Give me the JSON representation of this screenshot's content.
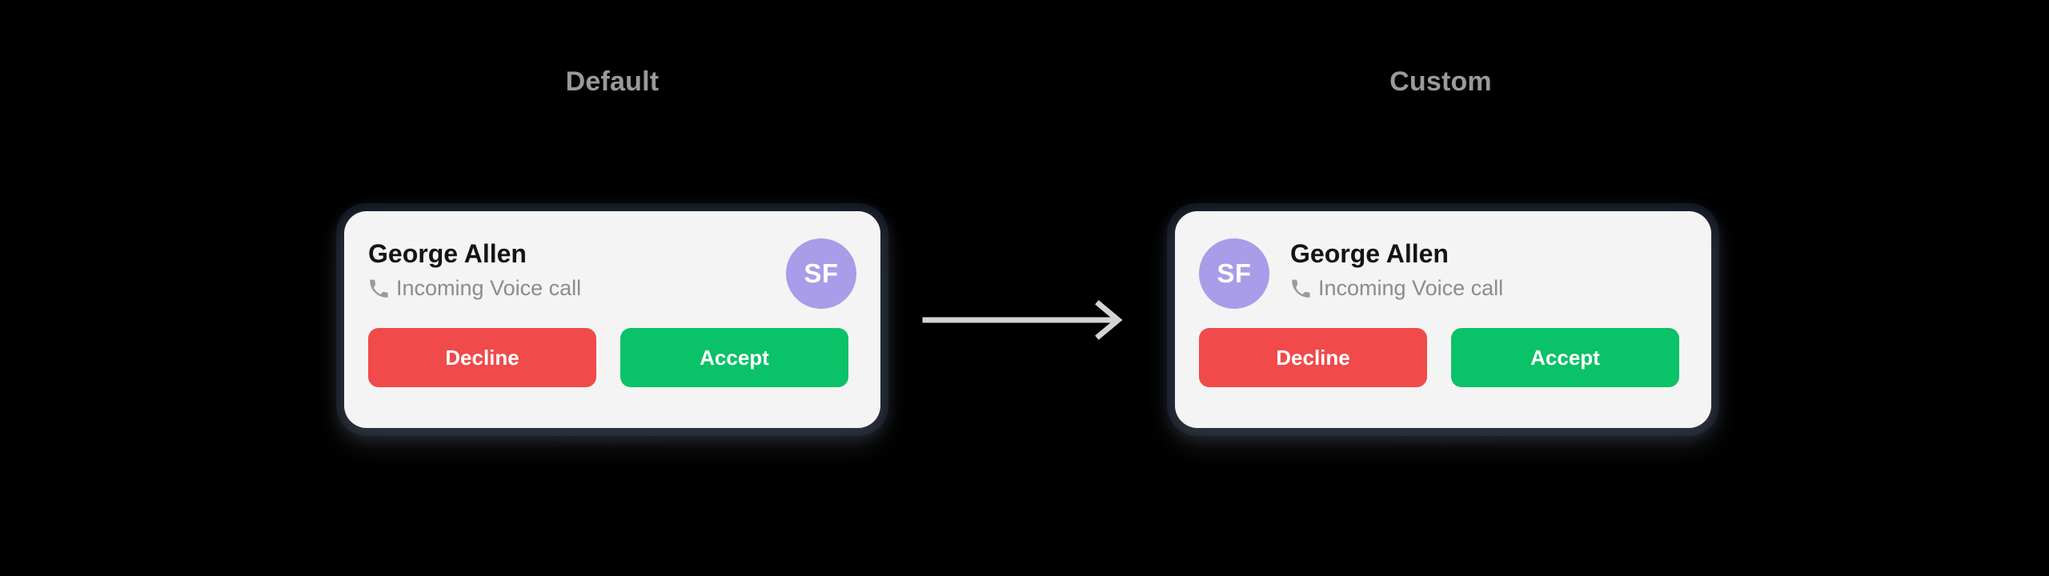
{
  "background_color": "#000000",
  "columns": [
    {
      "id": "default",
      "title": "Default"
    },
    {
      "id": "custom",
      "title": "Custom"
    }
  ],
  "arrow": {
    "icon": "arrow-right-icon",
    "color": "#d4d4d4",
    "direction": "right"
  },
  "cards": {
    "default": {
      "avatar_position": "right",
      "avatar": {
        "initials": "SF",
        "background_color": "#a99ce8",
        "text_color": "#ffffff"
      },
      "caller_name": "George Allen",
      "status_icon": "phone-call-icon",
      "status_text": "Incoming Voice call",
      "buttons": [
        {
          "id": "decline",
          "label": "Decline",
          "color": "#f04a4a"
        },
        {
          "id": "accept",
          "label": "Accept",
          "color": "#0ac268"
        }
      ],
      "card_background": "#f4f4f5"
    },
    "custom": {
      "avatar_position": "left",
      "avatar": {
        "initials": "SF",
        "background_color": "#a99ce8",
        "text_color": "#ffffff"
      },
      "caller_name": "George Allen",
      "status_icon": "phone-call-icon",
      "status_text": "Incoming Voice call",
      "buttons": [
        {
          "id": "decline",
          "label": "Decline",
          "color": "#f04a4a"
        },
        {
          "id": "accept",
          "label": "Accept",
          "color": "#0ac268"
        }
      ],
      "card_background": "#f4f4f5"
    }
  }
}
